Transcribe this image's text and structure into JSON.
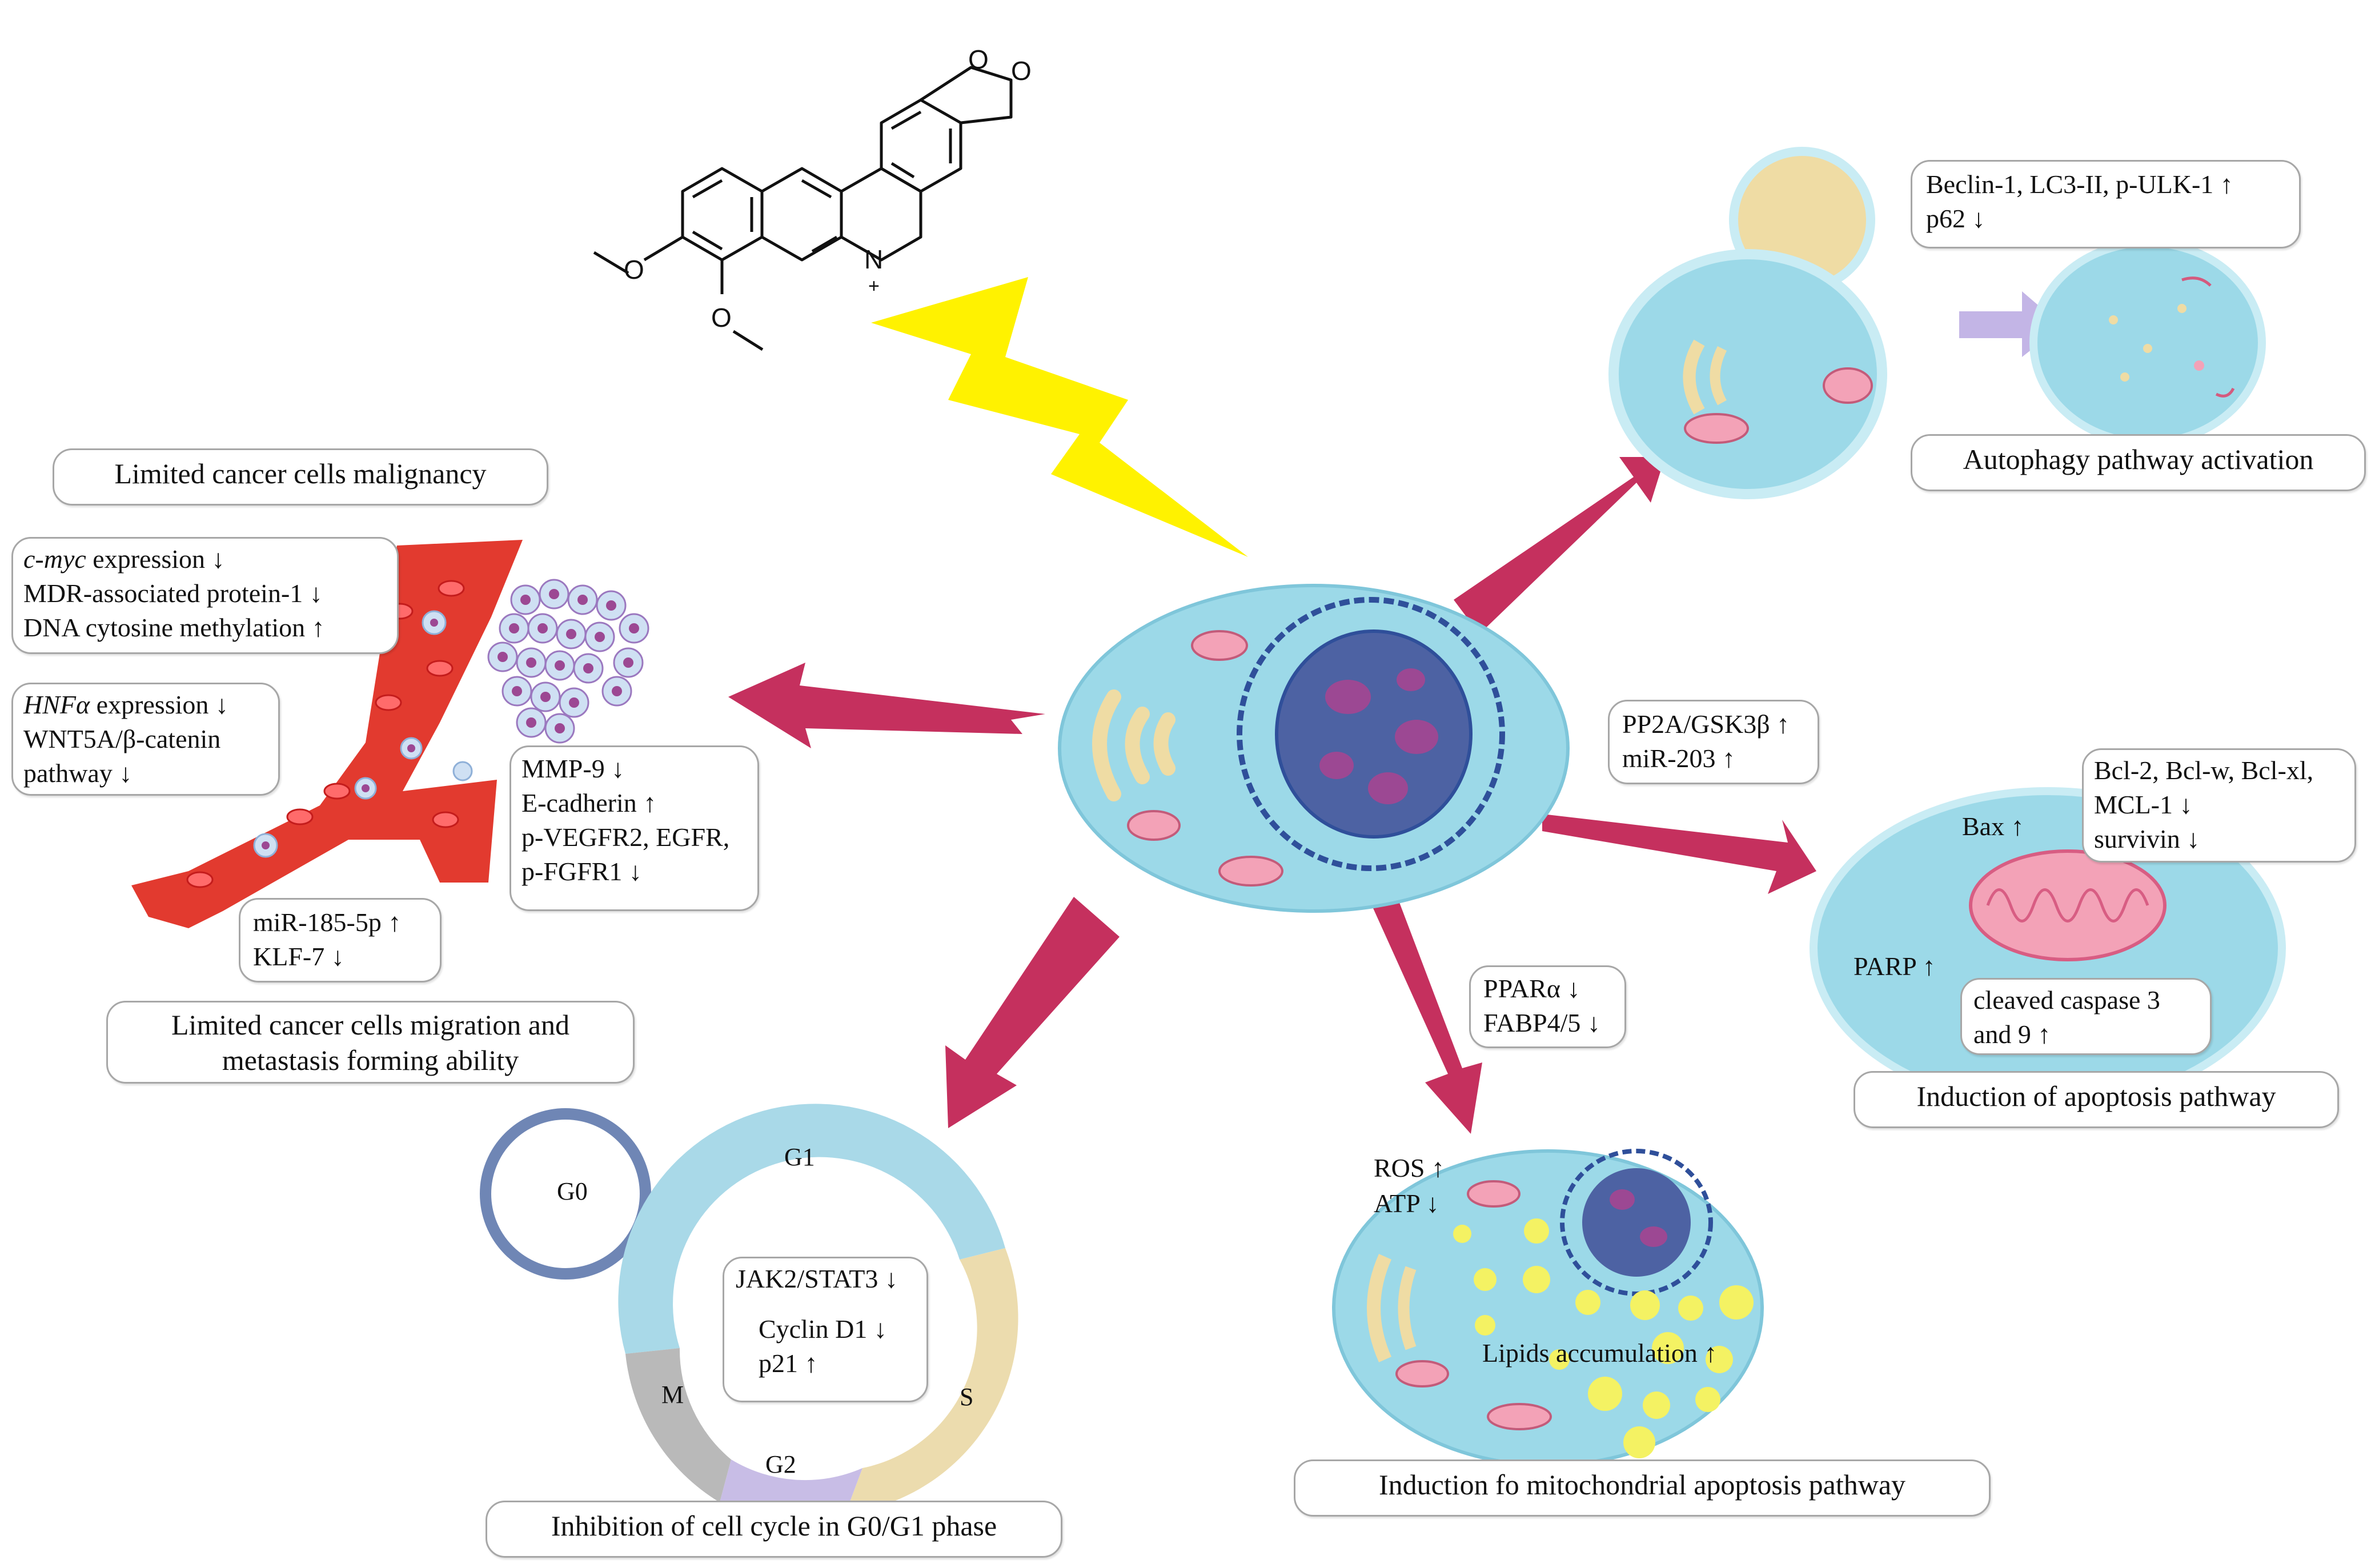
{
  "colors": {
    "arrow": "#c5305e",
    "cell_body": "#9cd9e8",
    "nucleus": "#4d62a3",
    "chromatin": "#9c4893",
    "lightning": "#fff200",
    "vessel": "#e23a2f",
    "g1_arc": "#a9d9e8",
    "s_arc": "#ecdcae",
    "g2_arc": "#c8bde6",
    "m_arc": "#b9b9b9",
    "g0_ring": "#6f86b5"
  },
  "top_left": {
    "malignancy_title": "Limited cancer cells malignancy",
    "malignancy_box": {
      "line1_italic": "c-myc",
      "line1_rest": " expression ↓",
      "line2": "MDR-associated protein-1 ↓",
      "line3": "DNA cytosine methylation ↑"
    },
    "hnf_box": {
      "line1_italic": "HNFα",
      "line1_rest": " expression ↓",
      "line2": "WNT5A/β-catenin",
      "line3": "pathway ↓"
    },
    "mmp_box": {
      "line1": "MMP-9  ↓",
      "line2": "E-cadherin ↑",
      "line3": "p-VEGFR2, EGFR,",
      "line4": "p-FGFR1 ↓"
    },
    "mir185_box": {
      "line1": "miR-185-5p ↑",
      "line2": "KLF-7 ↓"
    },
    "migration_title": {
      "line1": "Limited cancer cells migration and",
      "line2": "metastasis forming ability"
    }
  },
  "autophagy": {
    "markers": {
      "line1": "Beclin-1, LC3-II, p-ULK-1 ↑",
      "line2": "p62 ↓"
    },
    "title": "Autophagy pathway activation"
  },
  "pp2a_box": {
    "line1": "PP2A/GSK3β ↑",
    "line2": "miR-203 ↑"
  },
  "apoptosis": {
    "bcl_box": {
      "line1": "Bcl-2, Bcl-w, Bcl-xl,",
      "line2": "MCL-1 ↓",
      "line3": "survivin ↓"
    },
    "bax_label": "Bax ↑",
    "parp_label": "PARP ↑",
    "caspase_box": {
      "line1": "cleaved caspase 3",
      "line2": "and 9 ↑"
    },
    "title": "Induction of apoptosis pathway"
  },
  "mito": {
    "ppar_box": {
      "line1": "PPARα ↓",
      "line2": "FABP4/5 ↓"
    },
    "ros_label": "ROS ↑",
    "atp_label": "ATP ↓",
    "lipids_label": "Lipids accumulation ↑",
    "title": "Induction fo mitochondrial apoptosis pathway"
  },
  "cell_cycle": {
    "g0": "G0",
    "g1": "G1",
    "s": "S",
    "g2": "G2",
    "m": "M",
    "jak_box": {
      "line1": "JAK2/STAT3 ↓",
      "line2": "Cyclin D1 ↓",
      "line3": "p21 ↑"
    },
    "title": "Inhibition of cell cycle in G0/G1 phase"
  }
}
